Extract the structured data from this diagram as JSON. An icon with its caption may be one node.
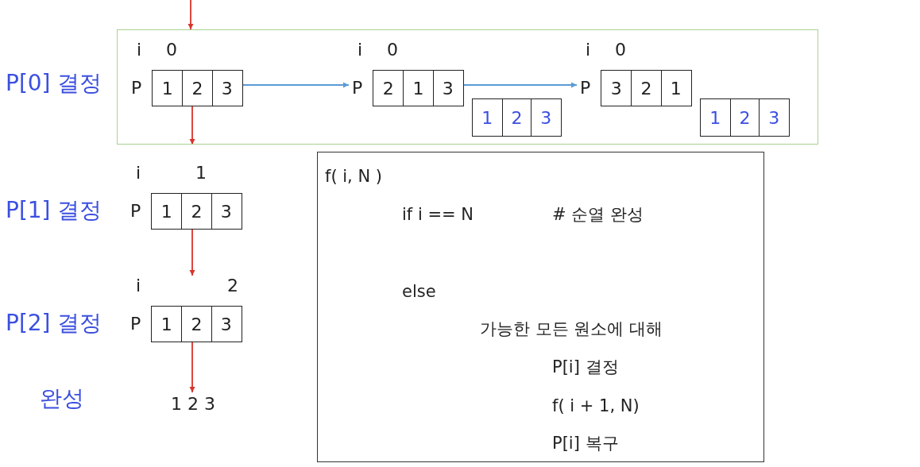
{
  "diagram": {
    "nodes": [
      {
        "text": [],
        "shape": "box"
      },
      {
        "text": [
          "1",
          "2",
          "3"
        ],
        "in": 0,
        "beside": [
          "i",
          "0",
          "P"
        ]
      },
      {
        "text": [
          "2",
          "1",
          "3"
        ],
        "in": 0,
        "beside": [
          "i",
          "0",
          "P"
        ]
      },
      {
        "text": [
          "1",
          "2",
          "3"
        ],
        "in": 0
      },
      {
        "text": [
          "3",
          "2",
          "1"
        ],
        "in": 0,
        "beside": [
          "i",
          "0",
          "P"
        ]
      },
      {
        "text": [
          "1",
          "2",
          "3"
        ],
        "in": 0
      },
      {
        "text": [
          "1",
          "2",
          "3"
        ],
        "beside": [
          "i",
          "1",
          "P"
        ]
      },
      {
        "text": [
          "1",
          "2",
          "3"
        ],
        "beside": [
          "i",
          "2",
          "P"
        ]
      },
      {
        "text": [
          "1 2 3"
        ]
      },
      {
        "text": [
          "f( i, N )",
          "if i == N",
          "# 순열 완성",
          "else",
          "가능한 모든 원소에 대해",
          "P[i] 결정",
          "f( i + 1, N)",
          "P[i] 복구"
        ]
      }
    ],
    "edges": [
      {
        "from": null,
        "to": 0,
        "arrow": "to"
      },
      {
        "from": 1,
        "to": null,
        "arrow": "to"
      },
      {
        "from": 1,
        "to": 2,
        "arrow": "to",
        "color": "#5b9bd5"
      },
      {
        "from": 2,
        "to": 4,
        "arrow": "to",
        "color": "#5b9bd5"
      },
      {
        "from": 6,
        "to": 7,
        "arrow": "to"
      },
      {
        "from": 7,
        "to": 8,
        "arrow": "to"
      }
    ],
    "labels": [
      "P[0] 결정",
      "P[1] 결정",
      "P[2] 결정",
      "완성"
    ]
  }
}
